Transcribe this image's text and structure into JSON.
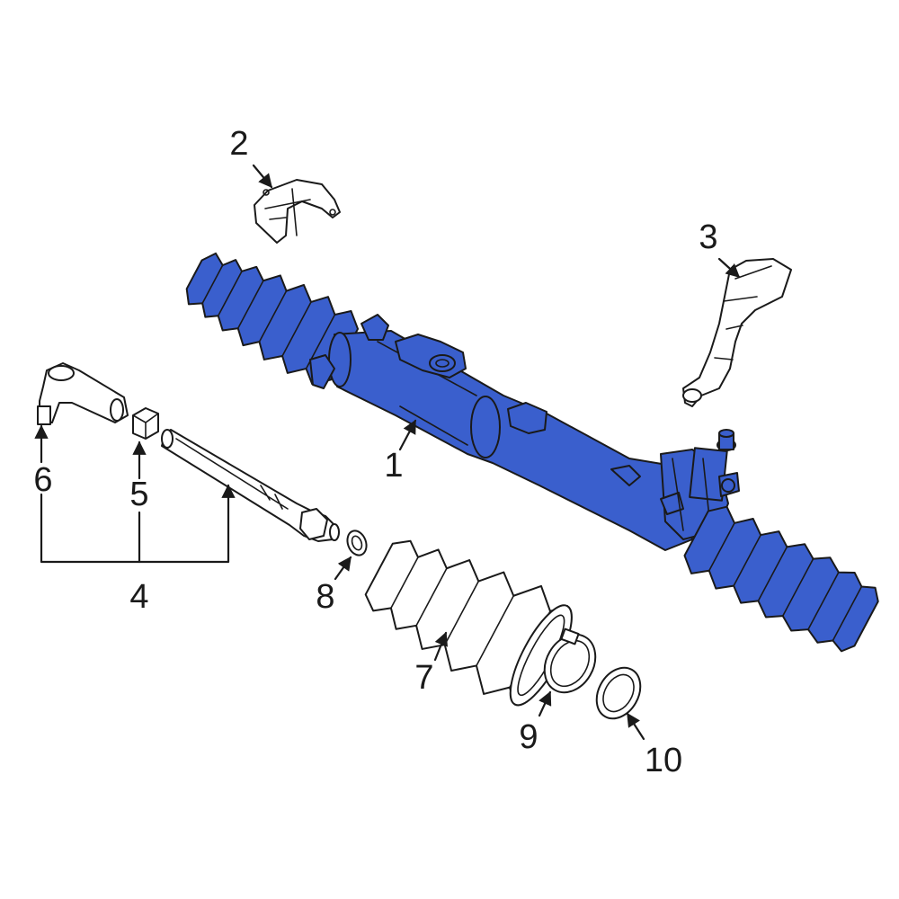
{
  "diagram": {
    "highlight_color": "#3a5fcd",
    "line_color": "#1a1a1a",
    "background": "#ffffff",
    "parts": [
      {
        "id": "rack",
        "label": "1",
        "icon": "steering-rack",
        "highlighted": true
      },
      {
        "id": "bracket",
        "label": "2",
        "icon": "mount-bracket",
        "highlighted": false
      },
      {
        "id": "hose",
        "label": "3",
        "icon": "pressure-hose",
        "highlighted": false
      },
      {
        "id": "inner-tie-rod-assembly",
        "label": "4",
        "icon": "tie-rod-assembly",
        "highlighted": false
      },
      {
        "id": "nut",
        "label": "5",
        "icon": "hex-nut",
        "highlighted": false
      },
      {
        "id": "outer-tie-rod-end",
        "label": "6",
        "icon": "tie-rod-end",
        "highlighted": false
      },
      {
        "id": "boot",
        "label": "7",
        "icon": "bellows-boot",
        "highlighted": false
      },
      {
        "id": "small-clamp",
        "label": "8",
        "icon": "boot-clamp-small",
        "highlighted": false
      },
      {
        "id": "large-clamp",
        "label": "9",
        "icon": "boot-clamp-large",
        "highlighted": false
      },
      {
        "id": "seal-ring",
        "label": "10",
        "icon": "o-ring",
        "highlighted": false
      }
    ]
  }
}
